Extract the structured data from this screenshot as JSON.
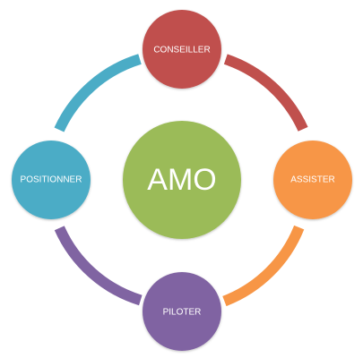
{
  "diagram": {
    "center": {
      "label": "AMO",
      "color": "#9bbb59"
    },
    "nodes": [
      {
        "id": "conseiller",
        "label": "CONSEILLER",
        "color": "#c0504d"
      },
      {
        "id": "assister",
        "label": "ASSISTER",
        "color": "#f79646"
      },
      {
        "id": "piloter",
        "label": "PILOTER",
        "color": "#8064a2"
      },
      {
        "id": "positionner",
        "label": "POSITIONNER",
        "color": "#4bacc6"
      }
    ],
    "connectors": [
      {
        "from": "conseiller",
        "to": "assister",
        "color": "#c0504d"
      },
      {
        "from": "assister",
        "to": "piloter",
        "color": "#f79646"
      },
      {
        "from": "piloter",
        "to": "positionner",
        "color": "#8064a2"
      },
      {
        "from": "positionner",
        "to": "conseiller",
        "color": "#4bacc6"
      }
    ]
  }
}
